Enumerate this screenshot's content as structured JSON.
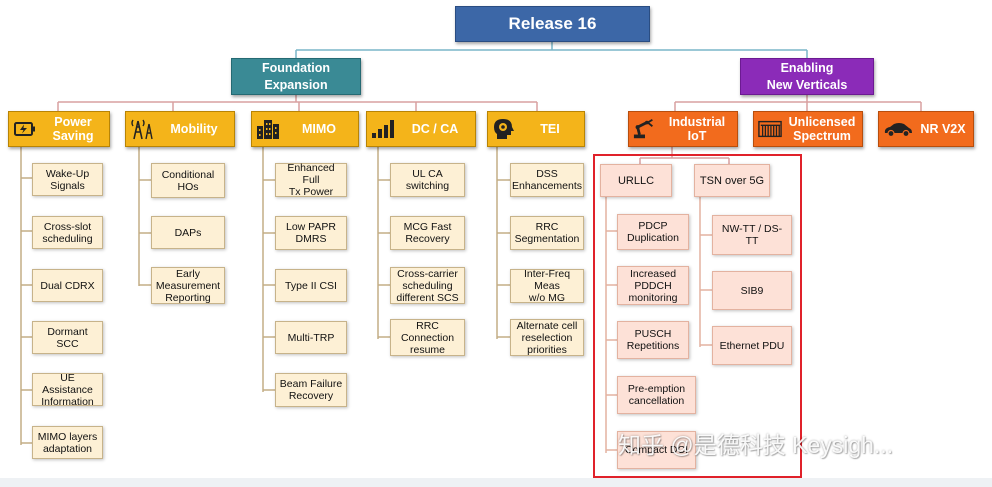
{
  "root": {
    "label": "Release 16"
  },
  "level1": {
    "foundation": "Foundation\nExpansion",
    "verticals": "Enabling\nNew Verticals"
  },
  "categories": {
    "power": {
      "label": "Power\nSaving",
      "icon": "battery-icon"
    },
    "mobility": {
      "label": "Mobility",
      "icon": "antenna-tower-icon"
    },
    "mimo": {
      "label": "MIMO",
      "icon": "buildings-icon"
    },
    "dcca": {
      "label": "DC / CA",
      "icon": "signal-bars-icon"
    },
    "tei": {
      "label": "TEI",
      "icon": "head-gear-icon"
    },
    "iiot": {
      "label": "Industrial\nIoT",
      "icon": "robot-arm-icon"
    },
    "unlicensed": {
      "label": "Unlicensed\nSpectrum",
      "icon": "spectrum-icon"
    },
    "v2x": {
      "label": "NR V2X",
      "icon": "car-icon"
    }
  },
  "power_items": [
    "Wake-Up\nSignals",
    "Cross-slot\nscheduling",
    "Dual CDRX",
    "Dormant SCC",
    "UE Assistance\nInformation",
    "MIMO layers\nadaptation"
  ],
  "mobility_items": [
    "Conditional\nHOs",
    "DAPs",
    "Early\nMeasurement\nReporting"
  ],
  "mimo_items": [
    "Enhanced Full\nTx Power",
    "Low PAPR\nDMRS",
    "Type II CSI",
    "Multi-TRP",
    "Beam Failure\nRecovery"
  ],
  "dcca_items": [
    "UL CA\nswitching",
    "MCG Fast\nRecovery",
    "Cross-carrier\nscheduling\ndifferent SCS",
    "RRC\nConnection\nresume"
  ],
  "tei_items": [
    "DSS\nEnhancements",
    "RRC\nSegmentation",
    "Inter-Freq Meas\nw/o MG",
    "Alternate cell\nreselection\npriorities"
  ],
  "iiot": {
    "urllc": "URLLC",
    "tsn": "TSN over 5G",
    "urllc_items": [
      "PDCP\nDuplication",
      "Increased\nPDDCH\nmonitoring",
      "PUSCH\nRepetitions",
      "Pre-emption\ncancellation",
      "Compact DCI"
    ],
    "tsn_items": [
      "NW-TT / DS-TT",
      "SIB9",
      "Ethernet PDU"
    ]
  },
  "watermark": "知乎 @是德科技 Keysigh...",
  "colors": {
    "root": "#3c67a7",
    "teal": "#3a8a95",
    "purple": "#8b2bb8",
    "gold": "#f4b41a",
    "orange": "#f26b1d",
    "leaf": "#fdf0d5",
    "pink": "#fde1d7",
    "highlight": "#e0212a"
  }
}
